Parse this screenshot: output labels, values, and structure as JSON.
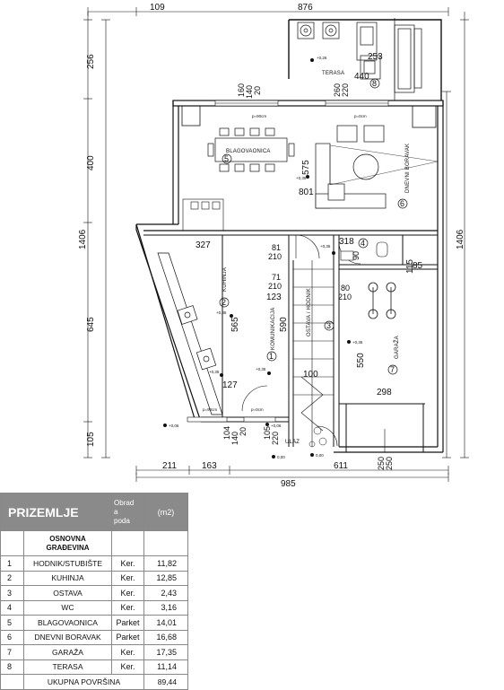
{
  "plan": {
    "dims_top": [
      "109",
      "876"
    ],
    "dims_bottom_segments": [
      "211",
      "163",
      "611"
    ],
    "dims_bottom_total": "985",
    "dims_left": [
      "256",
      "400",
      "1406",
      "645",
      "105"
    ],
    "dims_right": [
      "1406"
    ],
    "inner_dims": {
      "terrace_w": "253",
      "terrace_h": "440",
      "win_living_a": "260",
      "win_living_b": "220",
      "win_dining_a": "160",
      "win_dining_b": "140",
      "win_dining_c": "20",
      "living_575": "575",
      "living_801": "801",
      "kitchen_327": "327",
      "kitchen_565": "565",
      "d81": "81",
      "d210a": "210",
      "d71": "71",
      "d210b": "210",
      "d123": "123",
      "d590": "590",
      "d80": "80",
      "d210c": "210",
      "wc_318": "318",
      "wc_90": "90",
      "wc_115": "115",
      "wc_85": "85",
      "garage_550": "550",
      "garage_298": "298",
      "stair_100": "100",
      "kit_127": "127",
      "d104": "104",
      "d140": "140",
      "d20a": "20",
      "d105": "105",
      "d220": "220",
      "d250a": "250",
      "d250b": "250"
    },
    "labels": {
      "terrace": "TERASA",
      "dining": "BLAGOVAONICA",
      "living": "DNEVNI BORAVAK",
      "kitchen": "KUHINJA",
      "hall": "KOMUNIKACIJA",
      "storage": "OSTAVA / HODNIK",
      "garage": "GARAŽA",
      "entry": "ULAZ",
      "win_p90": "p=90cm",
      "win_p0a": "p=0cm",
      "win_p0b": "p=0cm",
      "win_p90b": "p=90cm"
    },
    "room_numbers": [
      "1",
      "2",
      "3",
      "4",
      "5",
      "6",
      "7",
      "8"
    ],
    "levels": {
      "l1": "+0,26",
      "l2": "+0,35",
      "l3": "+0,35",
      "l4": "+0,35",
      "l5": "+0,35",
      "l6": "+0,35",
      "l7": "+0,35",
      "l8": "+0,06",
      "l9": "+0,06",
      "l10": "0,00",
      "l11": "0,00"
    }
  },
  "legend": {
    "title": "PRIZEMLJE",
    "col_finish": [
      "Obrad",
      "a",
      "poda"
    ],
    "col_unit": "(m2)",
    "group": [
      "OSNOVNA",
      "GRAĐEVINA"
    ],
    "rows": [
      {
        "idx": "1",
        "name": "HODNIK/STUBIŠTE",
        "finish": "Ker.",
        "area": "11,82"
      },
      {
        "idx": "2",
        "name": "KUHINJA",
        "finish": "Ker.",
        "area": "12,85"
      },
      {
        "idx": "3",
        "name": "OSTAVA",
        "finish": "Ker.",
        "area": "2,43"
      },
      {
        "idx": "4",
        "name": "WC",
        "finish": "Ker.",
        "area": "3,16"
      },
      {
        "idx": "5",
        "name": "BLAGOVAONICA",
        "finish": "Parket",
        "area": "14,01"
      },
      {
        "idx": "6",
        "name": "DNEVNI BORAVAK",
        "finish": "Parket",
        "area": "16,68"
      },
      {
        "idx": "7",
        "name": "GARAŽA",
        "finish": "Ker.",
        "area": "17,35"
      },
      {
        "idx": "8",
        "name": "TERASA",
        "finish": "Ker.",
        "area": "11,14"
      }
    ],
    "total_label": "UKUPNA POVRŠINA",
    "total_value": "89,44"
  }
}
